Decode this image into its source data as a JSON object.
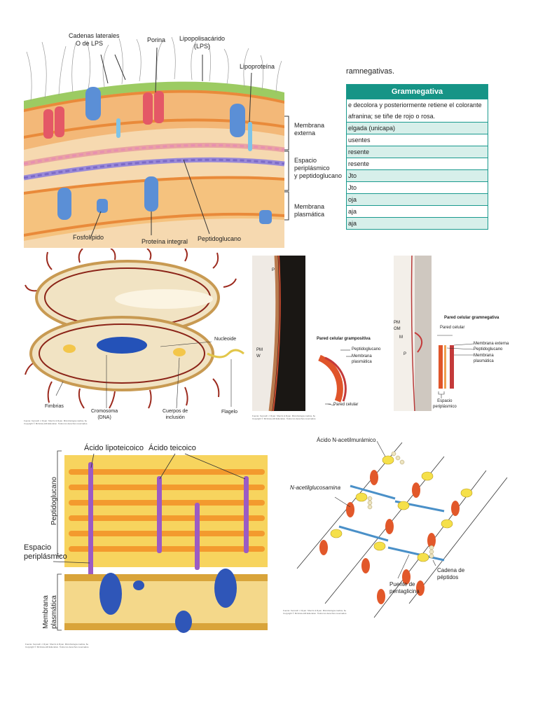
{
  "fig1": {
    "labels": {
      "cadenas_1": "Cadenas laterales",
      "cadenas_2": "O de LPS",
      "porina": "Porina",
      "lps_1": "Lipopolisacárido",
      "lps_2": "(LPS)",
      "lipoproteina": "Lipoproteína",
      "membrana_externa_1": "Membrana",
      "membrana_externa_2": "externa",
      "espacio_1": "Espacio",
      "espacio_2": "periplásmico",
      "espacio_3": "y peptidoglucano",
      "membrana_plasm_1": "Membrana",
      "membrana_plasm_2": "plasmática",
      "fosfolipido": "Fosfolípido",
      "proteina_integral": "Proteína integral",
      "peptidoglucano": "Peptidoglucano"
    }
  },
  "table": {
    "intro": "ramnegativas.",
    "header": "Gramnegativa",
    "rows": [
      "e decolora y posteriormente retiene el colorante",
      "afranina; se tiñe de rojo o rosa.",
      "elgada (unicapa)",
      "usentes",
      "resente",
      "resente",
      "Jto",
      "Jto",
      "oja",
      "aja",
      "aja"
    ]
  },
  "fig2": {
    "labels": {
      "nucleoide": "Nucleoide",
      "fimbrias": "Fimbrias",
      "cromosoma_1": "Cromosoma",
      "cromosoma_2": "(DNA)",
      "cuerpos_1": "Cuerpos de",
      "cuerpos_2": "inclusión",
      "flagelo": "Flagelo"
    },
    "source_1": "Fuente: Kenneth J. Ryan: Sherris & Ryan. Microbiología médica, 6e",
    "source_2": "Copyright © McGraw-Hill Education. Todos los derechos reservados."
  },
  "fig3": {
    "labels": {
      "p_top": "P",
      "pm": "PM",
      "w": "W",
      "gp_title": "Pared celular grampositiva",
      "peptido": "Peptidoglucano",
      "membrana_1": "Membrana",
      "membrana_2": "plasmática",
      "pared": "Pared celular"
    },
    "source_1": "Fuente: Kenneth J. Ryan: Sherris & Ryan. Microbiología médica, 6e",
    "source_2": "Copyright © McGraw-Hill Education. Todos los derechos reservados."
  },
  "fig4": {
    "labels": {
      "pm": "PM",
      "om": "OM",
      "m": "M",
      "p": "P",
      "gn_title": "Pared celular gramnegativa",
      "pared": "Pared celular",
      "memb_ext": "Membrana externa",
      "peptido": "Peptidoglucano",
      "memb_1": "Membrana",
      "memb_2": "plasmática",
      "espacio_1": "Espacio",
      "espacio_2": "periplásmico"
    }
  },
  "fig5": {
    "labels": {
      "lipoteicoico": "Ácido lipoteicoico",
      "teicoico": "Ácido teicoico",
      "peptidoglucano": "Peptidoglucano",
      "espacio_1": "Espacio",
      "espacio_2": "periplásmico",
      "membrana_1": "Membrana",
      "membrana_2": "plasmática"
    },
    "source_1": "Fuente: Kenneth J. Ryan: Sherris & Ryan. Microbiología médica, 6e",
    "source_2": "Copyright © McGraw-Hill Education. Todos los derechos reservados."
  },
  "fig6": {
    "labels": {
      "nam": "Ácido N-acetilmurámico",
      "nag": "N-acetilglucosamina",
      "cadena_1": "Cadena de",
      "cadena_2": "péptidos",
      "puente_1": "Puente de",
      "puente_2": "pentaglicina"
    },
    "source_1": "Fuente: Kenneth J. Ryan: Sherris & Ryan. Microbiología médica, 6e",
    "source_2": "Copyright © McGraw-Hill Education. Todos los derechos reservados."
  }
}
